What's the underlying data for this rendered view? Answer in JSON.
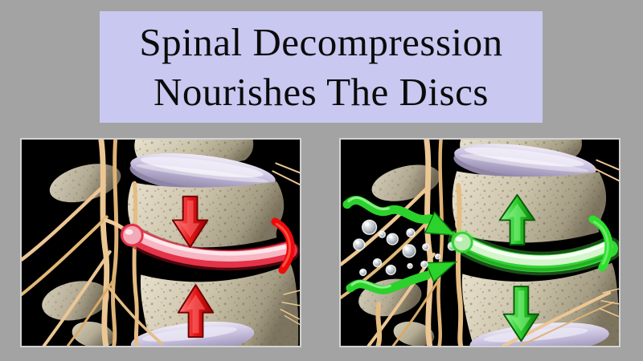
{
  "title": {
    "line1": "Spinal Decompression",
    "line2": "Nourishes The Discs"
  },
  "colors": {
    "background": "#a3a3a3",
    "banner_background": "#c9c8f1",
    "title_text": "#0b0b0b",
    "panel_background": "#000000",
    "panel_border": "#d2d2d2",
    "compression_accent": "#e01414",
    "compressed_disc_pink": "#f2a9b8",
    "decompression_accent": "#2bd22b",
    "healthy_disc_green": "#c9f1c1",
    "bone": "#ccc3ab",
    "nerve": "#ecc794",
    "spinal_disc_lavender": "#cac2e0",
    "nutrient_bubble": "#c6cdd4"
  },
  "icons": {
    "left_panel": [
      "down-arrow",
      "up-arrow"
    ],
    "right_panel": [
      "up-arrow",
      "down-arrow",
      "wavy-flow-arrows",
      "nutrient-bubbles"
    ]
  }
}
